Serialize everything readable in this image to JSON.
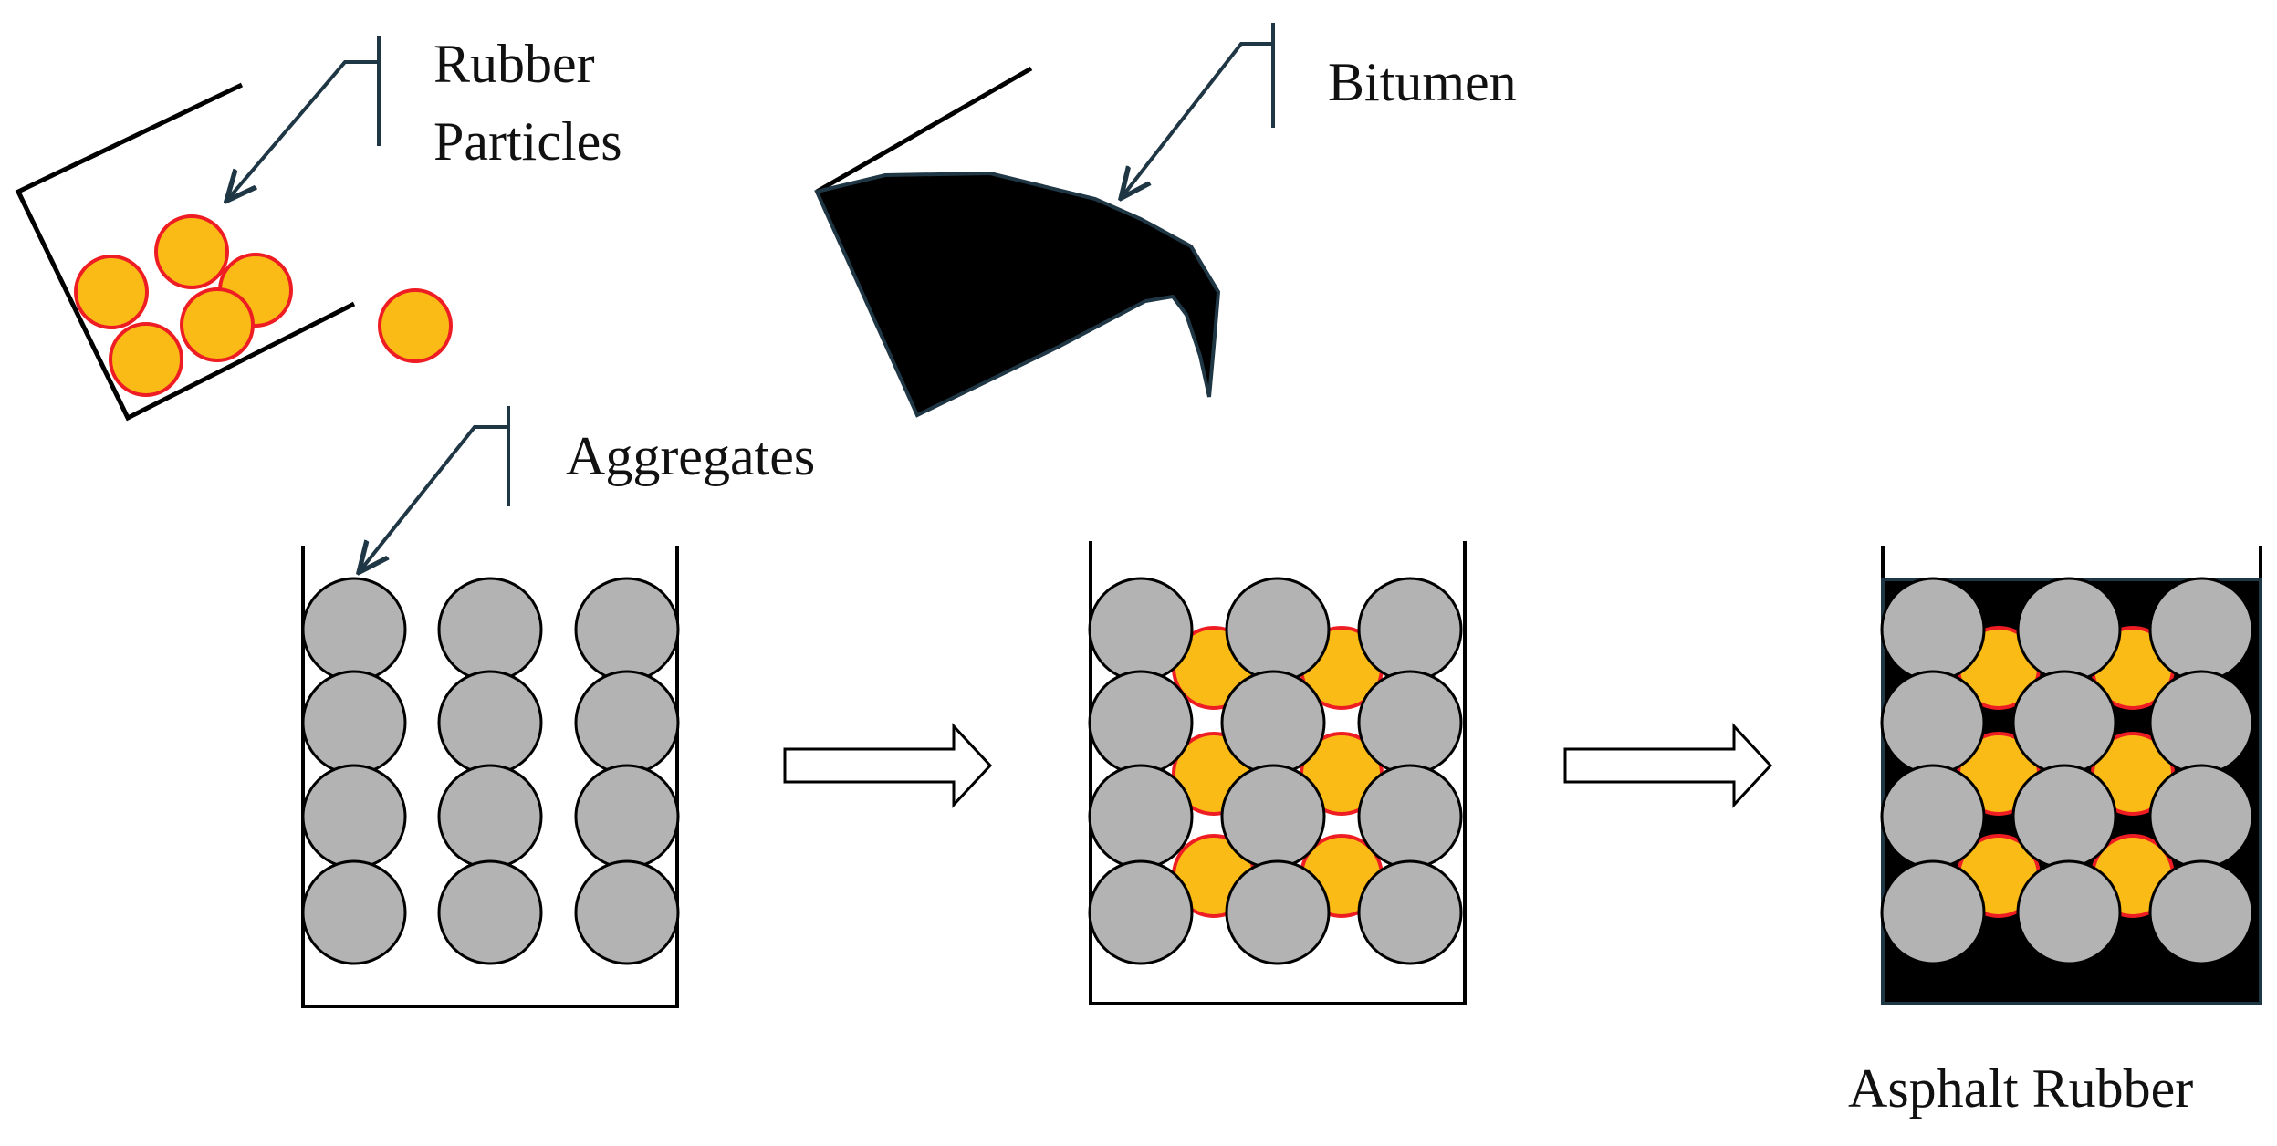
{
  "labels": {
    "rubber_line1": "Rubber",
    "rubber_line2": "Particles",
    "bitumen": "Bitumen",
    "aggregates": "Aggregates",
    "asphalt_rubber": "Asphalt Rubber"
  },
  "colors": {
    "aggregate_fill": "#b3b3b3",
    "rubber_fill": "#fbbb16",
    "rubber_stroke": "#ee1d23",
    "bitumen": "#000000",
    "leader_line": "#1f3644",
    "outline": "#000000"
  },
  "icons": [
    "aggregate-particle",
    "rubber-particle",
    "bitumen-pour",
    "process-arrow"
  ]
}
